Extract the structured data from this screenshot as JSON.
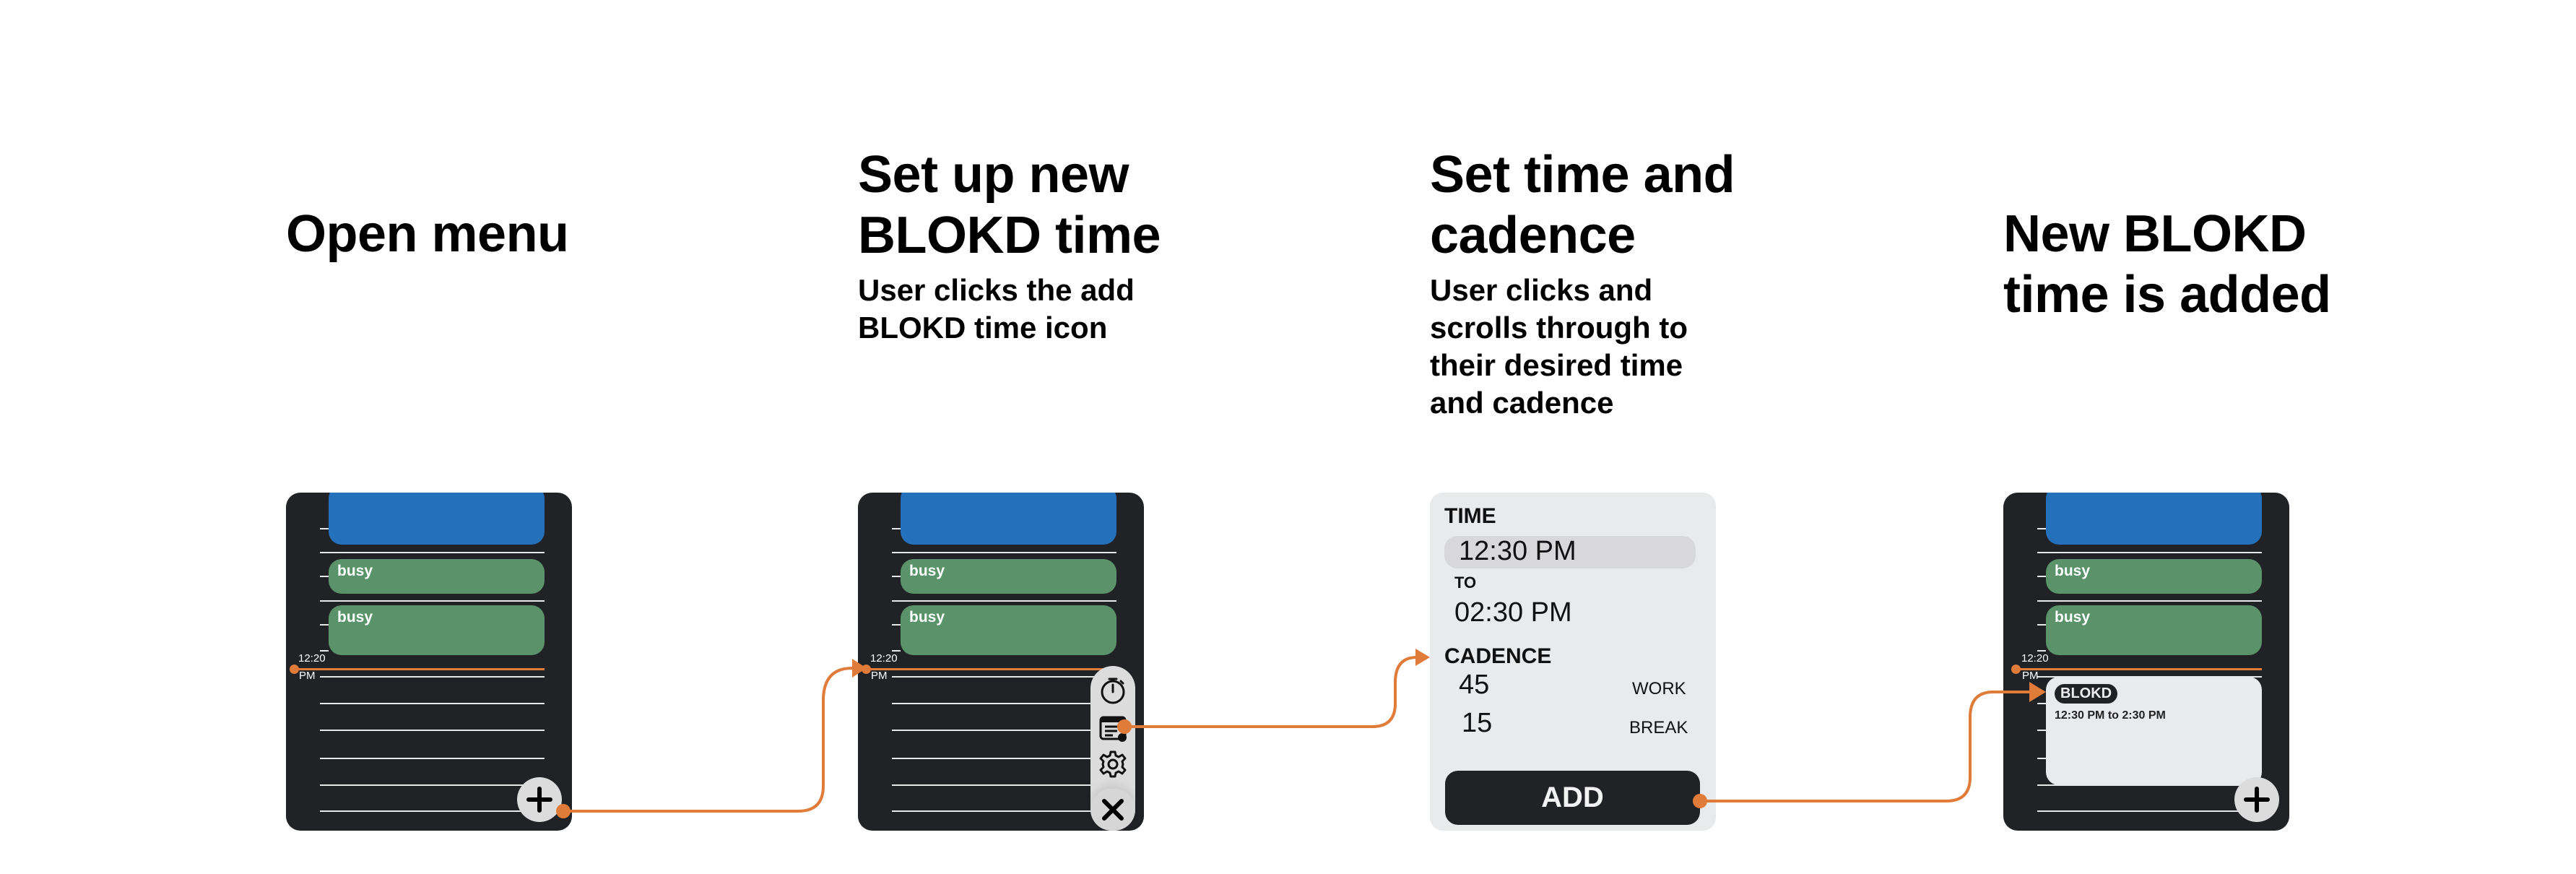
{
  "colors": {
    "accent": "#e07b39",
    "phone_bg": "#212226",
    "event_blue": "#2470bb",
    "event_busy": "#5a936a",
    "panel_bg": "#e9eaec"
  },
  "steps": [
    {
      "title": "Open menu",
      "description": ""
    },
    {
      "title_lines": [
        "Set up new",
        "BLOKD time"
      ],
      "description_lines": [
        "User clicks the add",
        "BLOKD time icon"
      ]
    },
    {
      "title_lines": [
        "Set time and",
        "cadence"
      ],
      "description_lines": [
        "User clicks and",
        "scrolls through to",
        "their desired time",
        "and cadence"
      ]
    },
    {
      "title_lines": [
        "New BLOKD",
        "time is added"
      ],
      "description": ""
    }
  ],
  "calendar": {
    "events": [
      {
        "label": ""
      },
      {
        "label": "busy"
      },
      {
        "label": "busy"
      }
    ],
    "now_time": "12:20",
    "now_period": "PM"
  },
  "menu": {
    "icons": [
      "timer-icon",
      "add-blokd-time-icon",
      "settings-gear-icon",
      "close-icon"
    ]
  },
  "time_form": {
    "time_label": "TIME",
    "start_time": "12:30 PM",
    "to_label": "TO",
    "end_time": "02:30 PM",
    "cadence_label": "CADENCE",
    "work_value": "45",
    "work_label": "WORK",
    "break_value": "15",
    "break_label": "BREAK",
    "add_button": "ADD"
  },
  "new_blokd": {
    "badge": "BLOKD",
    "range": "12:30 PM to 2:30 PM"
  }
}
